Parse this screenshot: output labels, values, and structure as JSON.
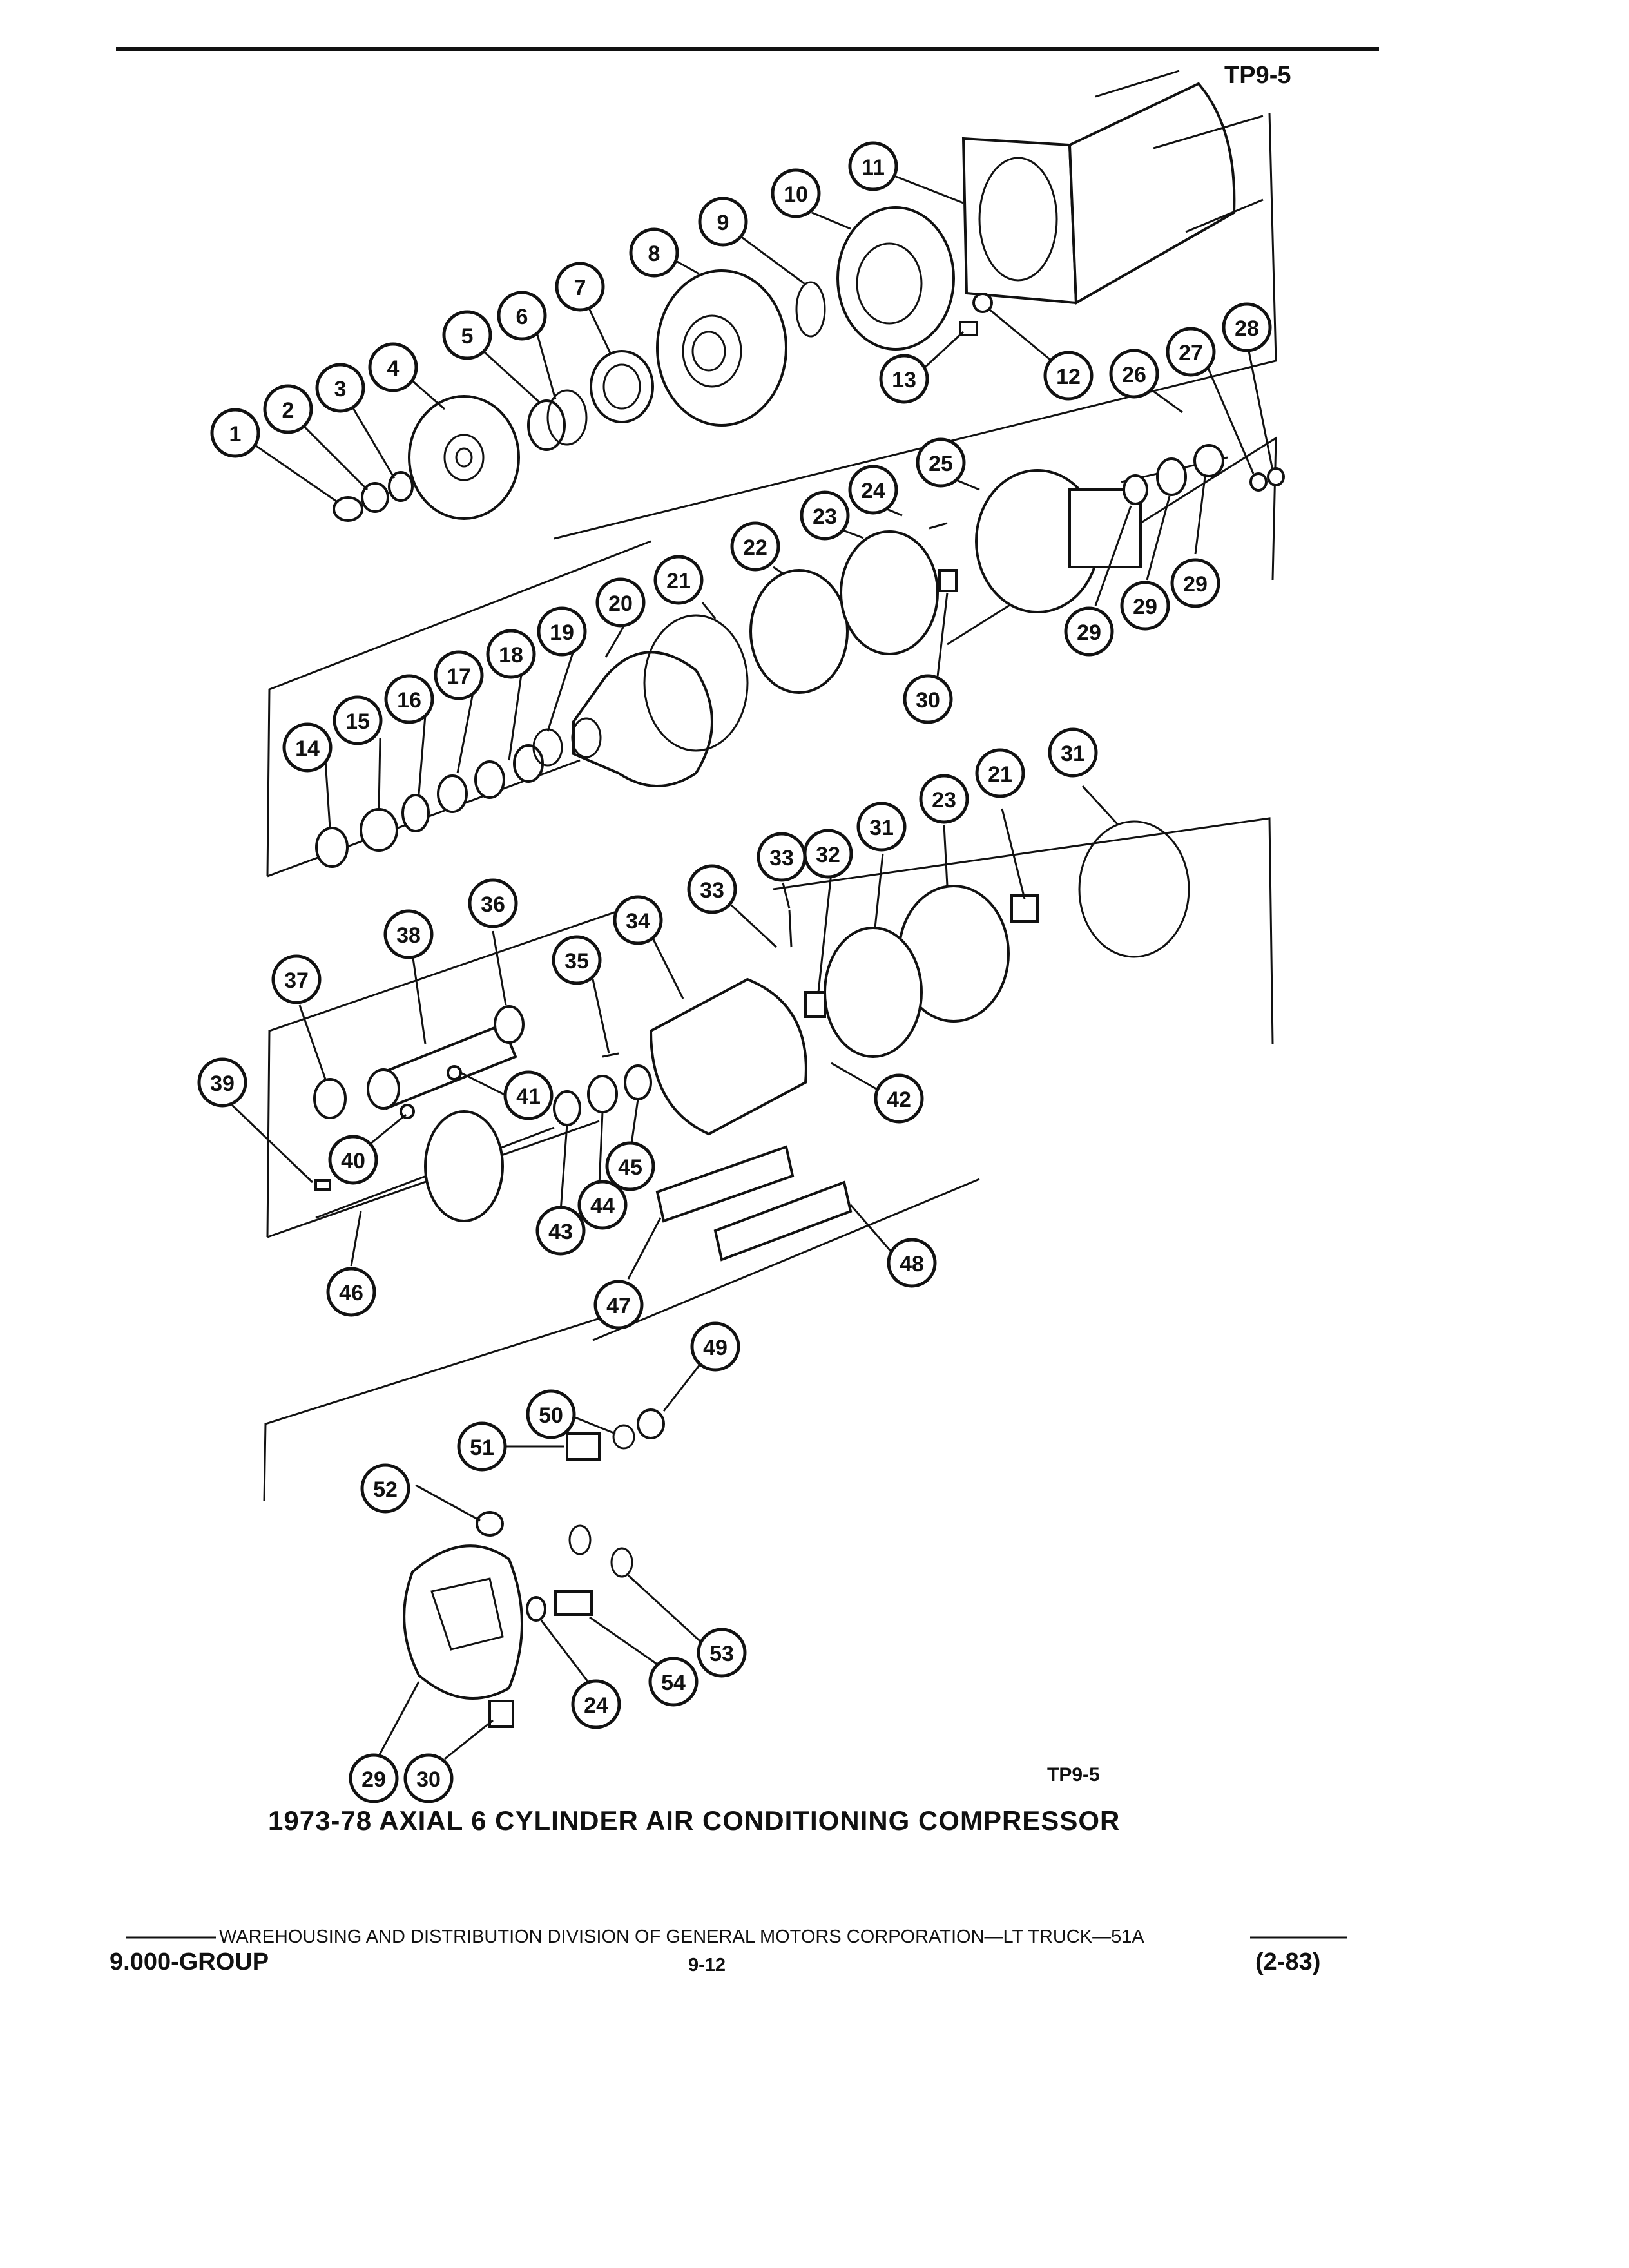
{
  "header": {
    "tag": "TP9-5"
  },
  "figure": {
    "tag": "TP9-5",
    "title": "1973-78 AXIAL 6 CYLINDER AIR CONDITIONING COMPRESSOR"
  },
  "footer": {
    "line": "WAREHOUSING AND DISTRIBUTION  DIVISION OF GENERAL MOTORS CORPORATION—LT TRUCK—51A",
    "group": "9.000-GROUP",
    "page": "9-12",
    "date": "(2-83)"
  },
  "callouts": [
    "1",
    "2",
    "3",
    "4",
    "5",
    "6",
    "7",
    "8",
    "9",
    "10",
    "11",
    "12",
    "13",
    "14",
    "15",
    "16",
    "17",
    "18",
    "19",
    "20",
    "21",
    "22",
    "23",
    "24",
    "25",
    "26",
    "27",
    "28",
    "29",
    "29",
    "29",
    "30",
    "31",
    "21",
    "23",
    "31",
    "32",
    "33",
    "33",
    "34",
    "35",
    "36",
    "37",
    "38",
    "39",
    "40",
    "41",
    "42",
    "43",
    "44",
    "45",
    "46",
    "47",
    "48",
    "49",
    "50",
    "51",
    "52",
    "53",
    "54",
    "24",
    "29",
    "30",
    "29"
  ]
}
